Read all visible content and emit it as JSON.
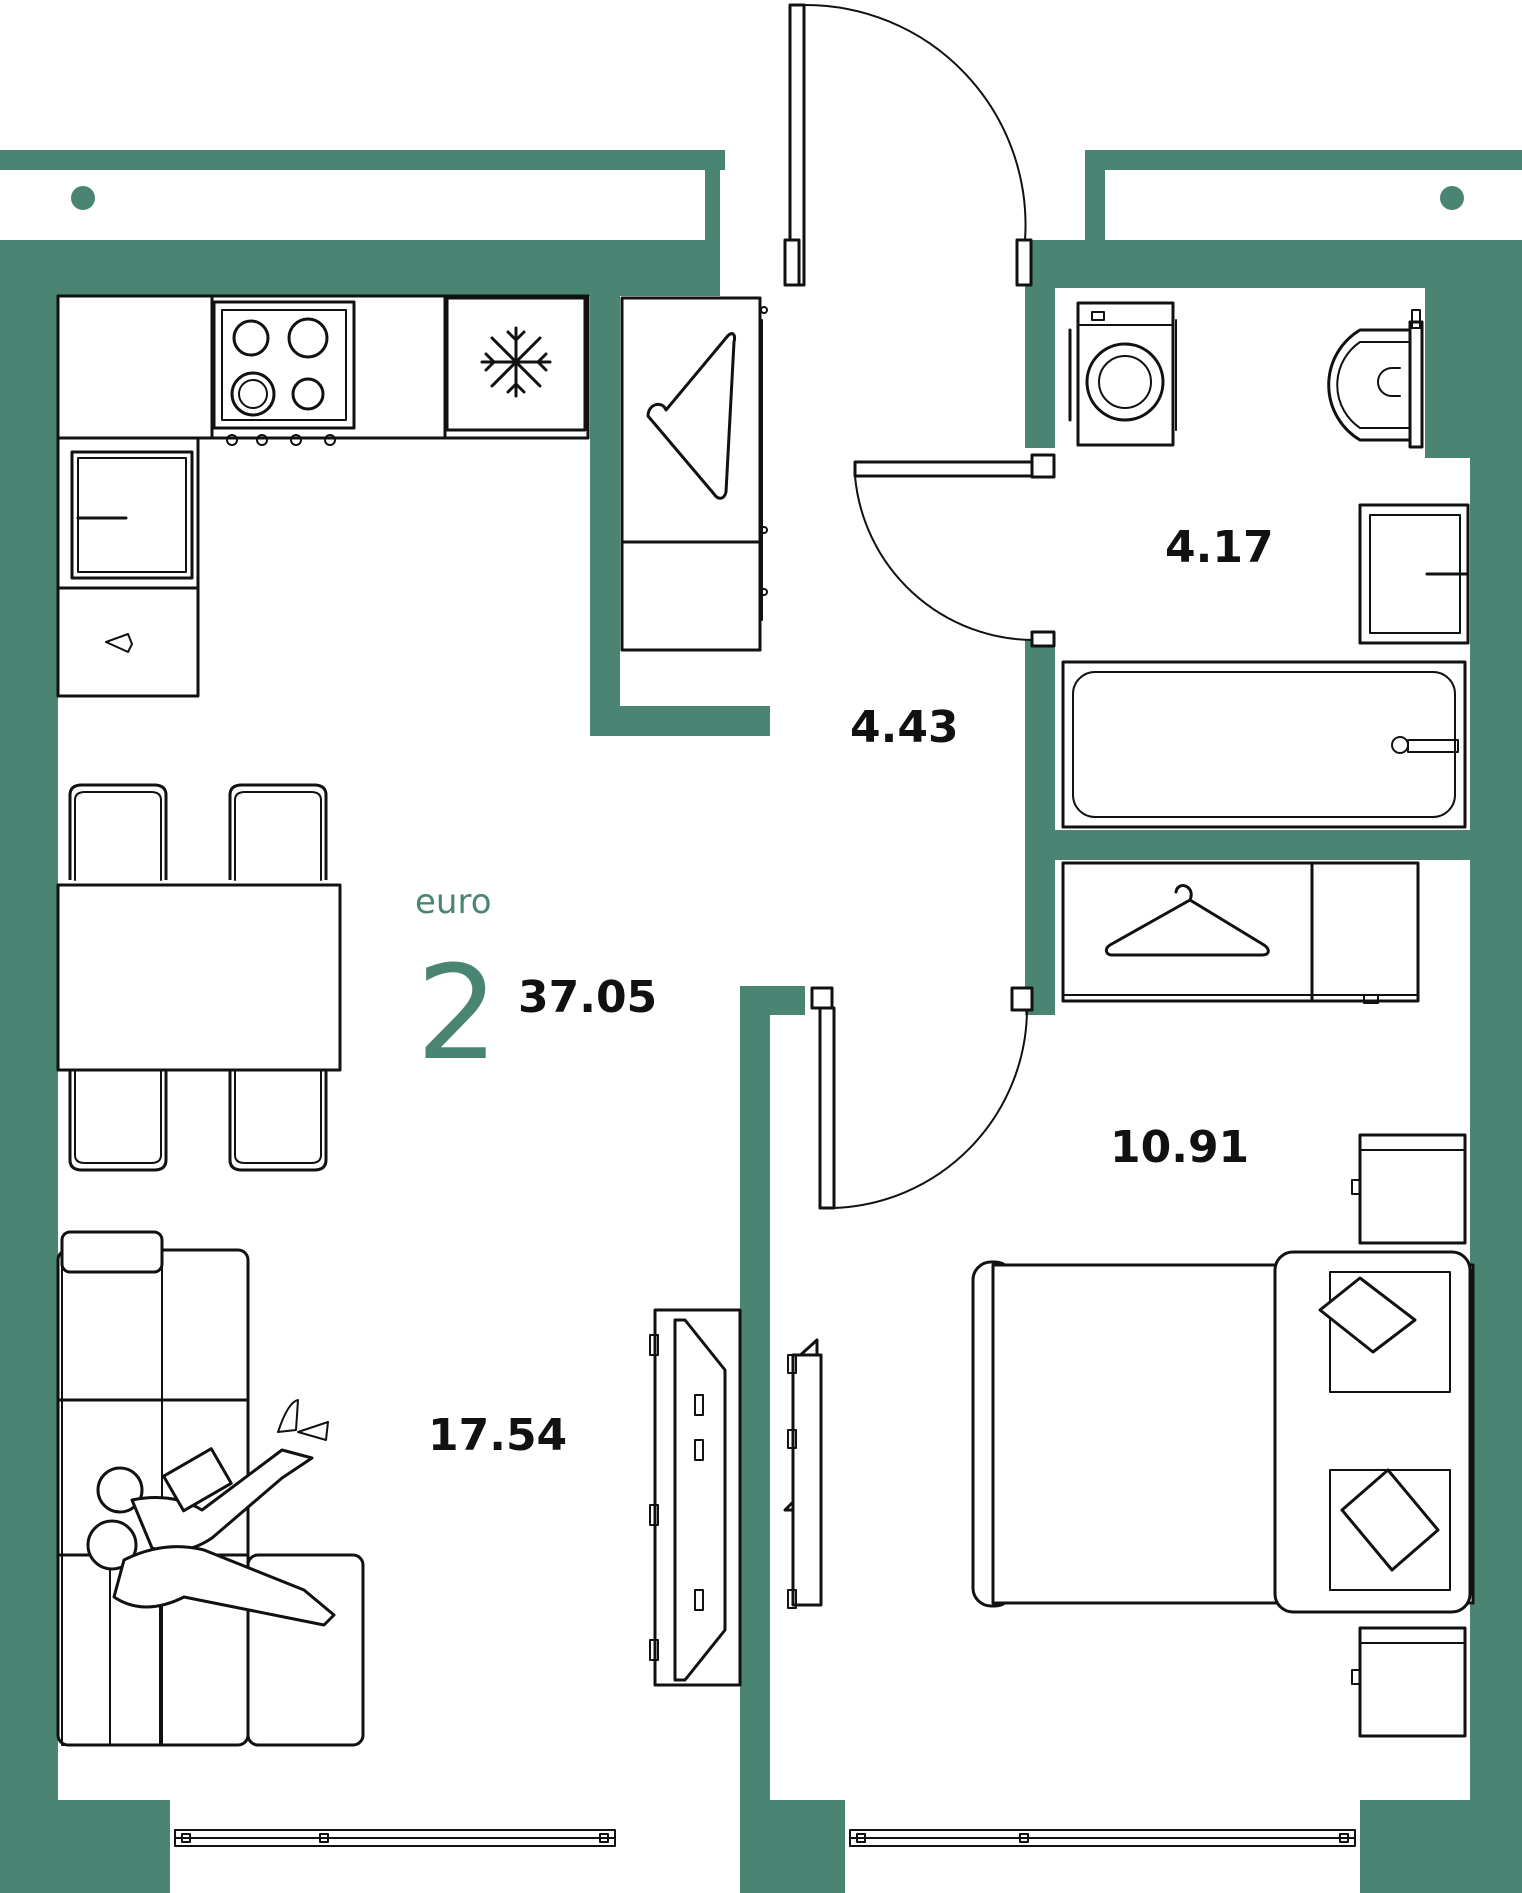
{
  "plan": {
    "apartment_type": "euro",
    "rooms": "2",
    "total_area": "37.05",
    "areas": {
      "living_kitchen": "17.54",
      "hallway": "4.43",
      "bathroom": "4.17",
      "bedroom": "10.91"
    }
  },
  "colors": {
    "wall": "#4a8574",
    "accent_text": "#4a8574",
    "line": "#111111",
    "background": "#ffffff"
  },
  "icons": [
    "stove-icon",
    "freezer-snowflake-icon",
    "sink-icon",
    "wardrobe-hanger-icon",
    "washing-machine-icon",
    "toilet-icon",
    "bathtub-icon",
    "bed-icon",
    "tv-unit-icon",
    "sofa-icon",
    "dining-table-icon",
    "door-swing-icon",
    "window-icon"
  ]
}
